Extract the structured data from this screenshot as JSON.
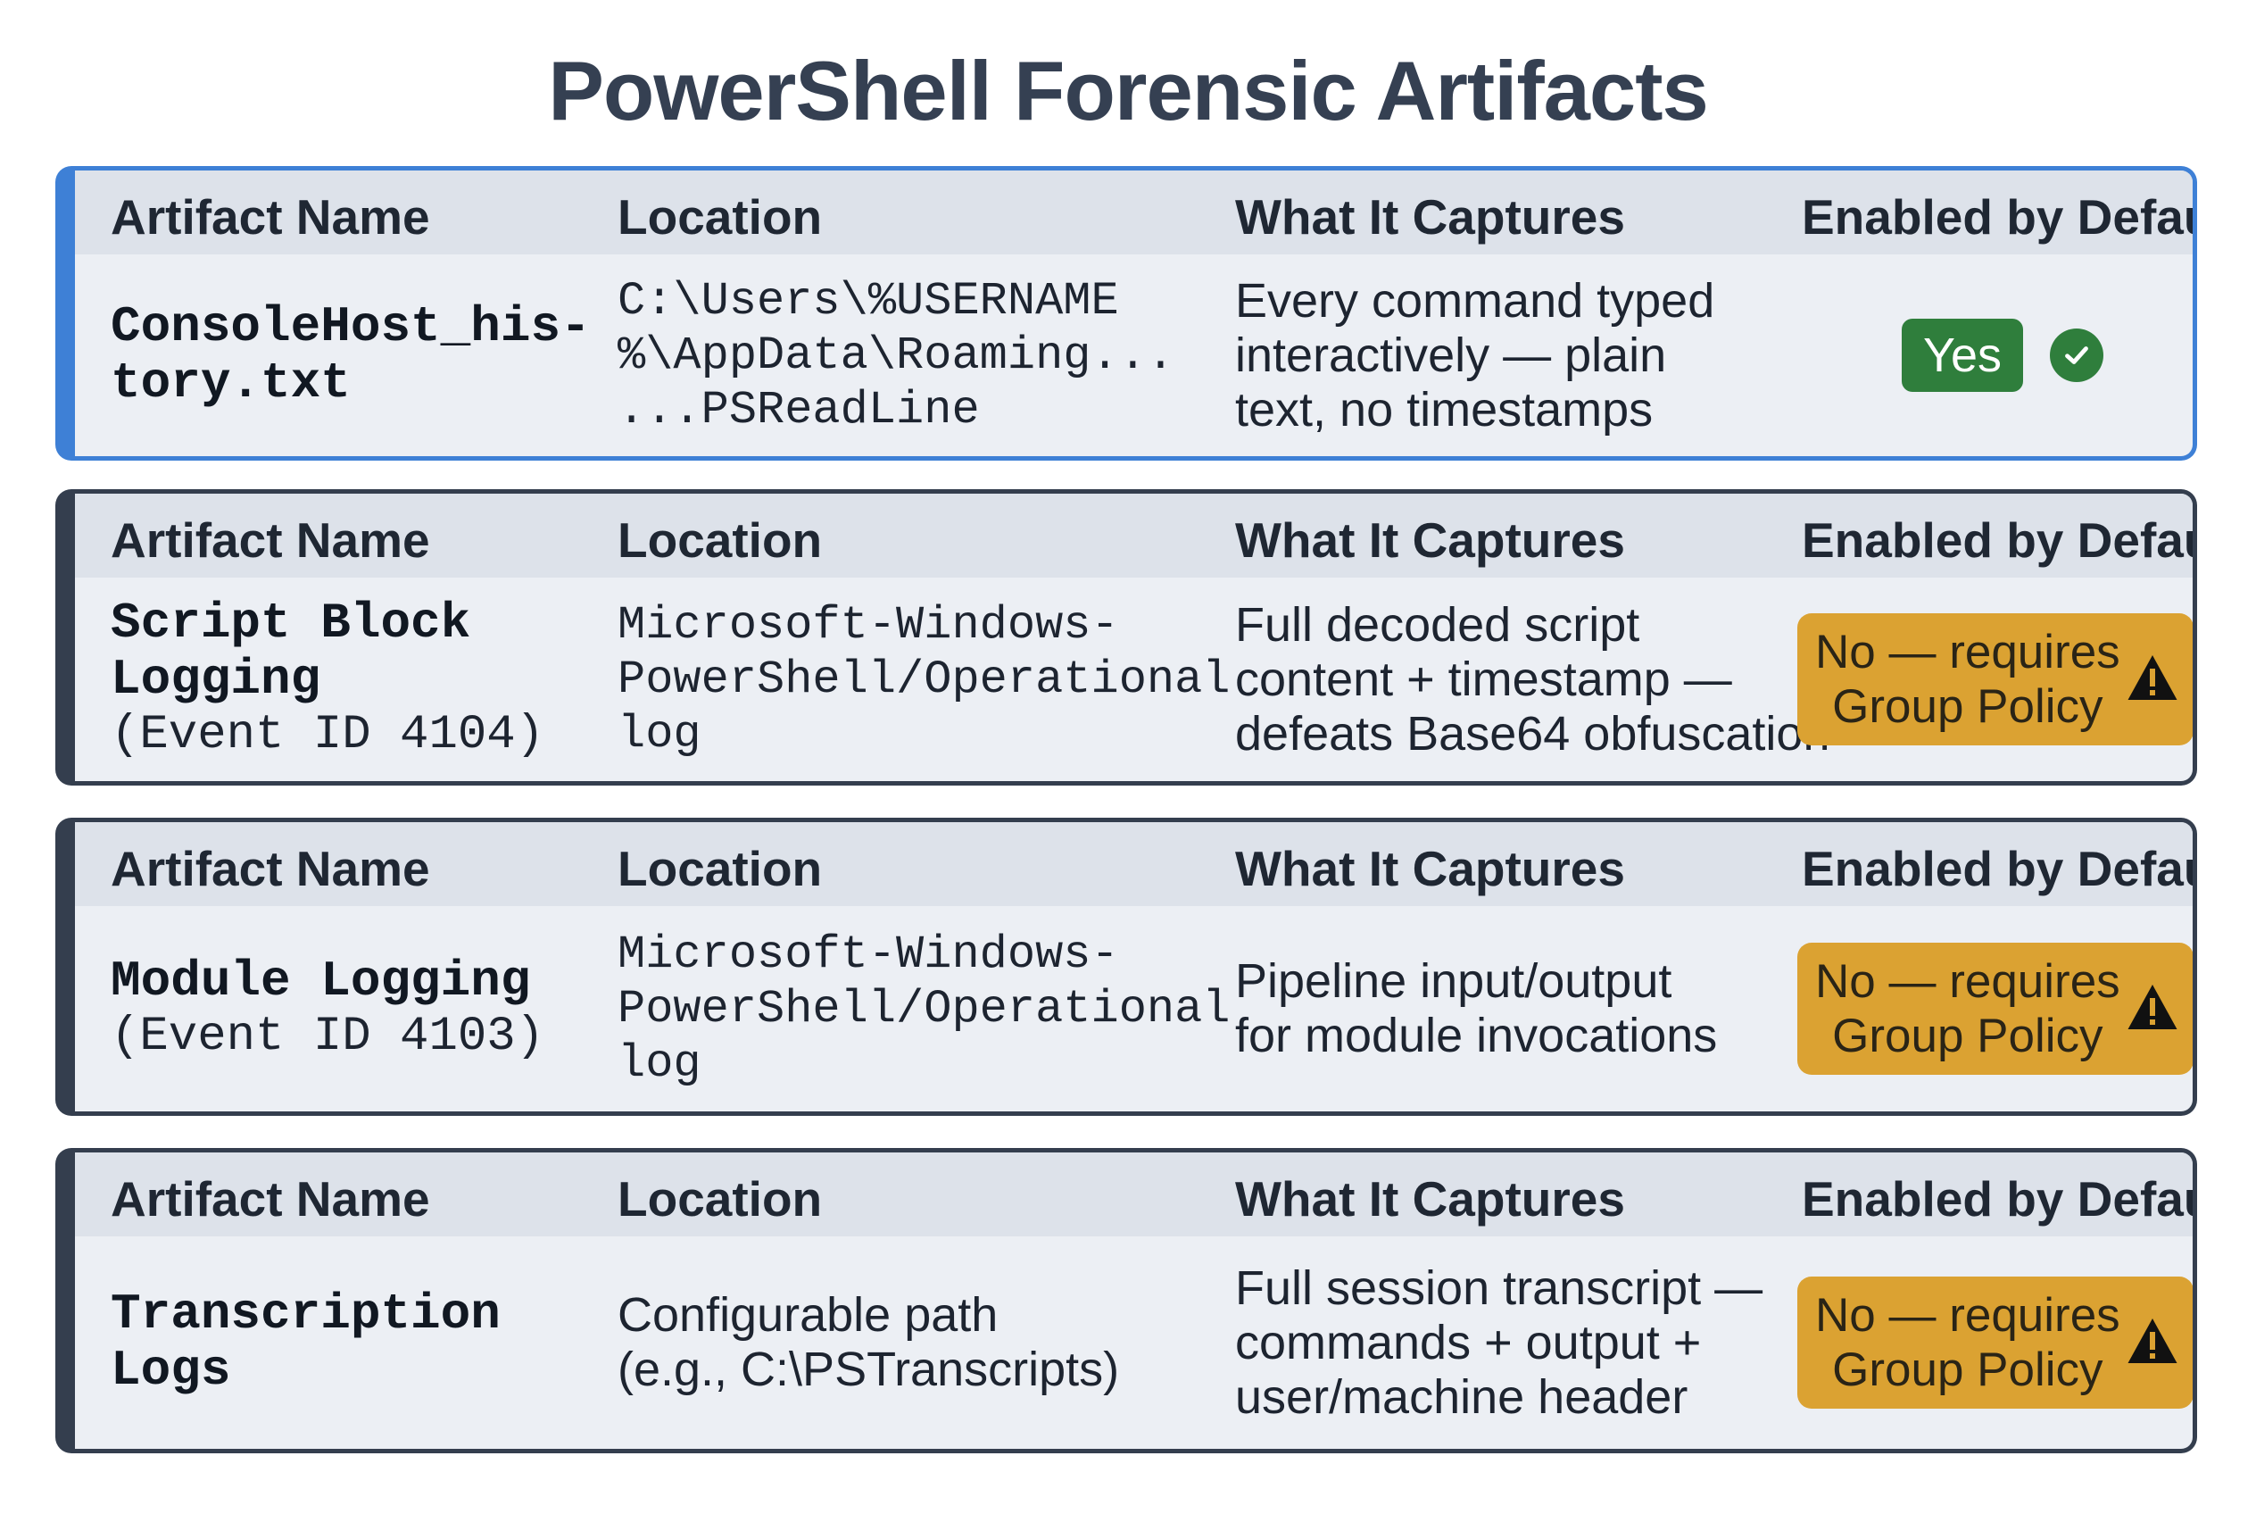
{
  "title": "PowerShell Forensic Artifacts",
  "headers": {
    "artifact": "Artifact Name",
    "location": "Location",
    "captures": "What It Captures",
    "enabled": "Enabled by Default?"
  },
  "rows": [
    {
      "name_lines": [
        "ConsoleHost_his-",
        "tory.txt"
      ],
      "name_sub": "",
      "location_lines": [
        "C:\\Users\\%USERNAME",
        "%\\AppData\\Roaming...",
        "...PSReadLine"
      ],
      "captures_lines": [
        "Every command typed",
        "interactively — plain",
        "text, no timestamps"
      ],
      "enabled": {
        "label": "Yes",
        "status": "yes",
        "icon": "check-circle-icon",
        "color": "#2f7e3c"
      }
    },
    {
      "name_lines": [
        "Script Block",
        "Logging"
      ],
      "name_sub": "(Event ID 4104)",
      "location_lines": [
        "Microsoft-Windows-",
        "PowerShell/Operational",
        "log"
      ],
      "captures_lines": [
        "Full decoded script",
        "content + timestamp —",
        "defeats Base64 obfuscation"
      ],
      "enabled": {
        "label_lines": [
          "No — requires",
          "Group Policy"
        ],
        "status": "no",
        "icon": "warning-icon",
        "color": "#dba232"
      }
    },
    {
      "name_lines": [
        "Module Logging"
      ],
      "name_sub": "(Event ID 4103)",
      "location_lines": [
        "Microsoft-Windows-",
        "PowerShell/Operational",
        "log"
      ],
      "captures_lines": [
        "Pipeline input/output",
        "for module invocations"
      ],
      "enabled": {
        "label_lines": [
          "No — requires",
          "Group Policy"
        ],
        "status": "no",
        "icon": "warning-icon",
        "color": "#dba232"
      }
    },
    {
      "name_lines": [
        "Transcription Logs"
      ],
      "name_sub": "",
      "location_lines": [
        "Configurable path",
        "(e.g., C:\\PSTranscripts)"
      ],
      "captures_lines": [
        "Full session transcript —",
        "commands + output +",
        "user/machine header"
      ],
      "enabled": {
        "label_lines": [
          "No — requires",
          "Group Policy"
        ],
        "status": "no",
        "icon": "warning-icon",
        "color": "#dba232"
      }
    }
  ],
  "colors": {
    "highlight_border": "#3e80d6",
    "card_border": "#343e4e",
    "header_bg": "#dde2ea",
    "body_bg": "#eceff4",
    "yes_badge": "#2f7e3c",
    "no_badge": "#dba232"
  }
}
